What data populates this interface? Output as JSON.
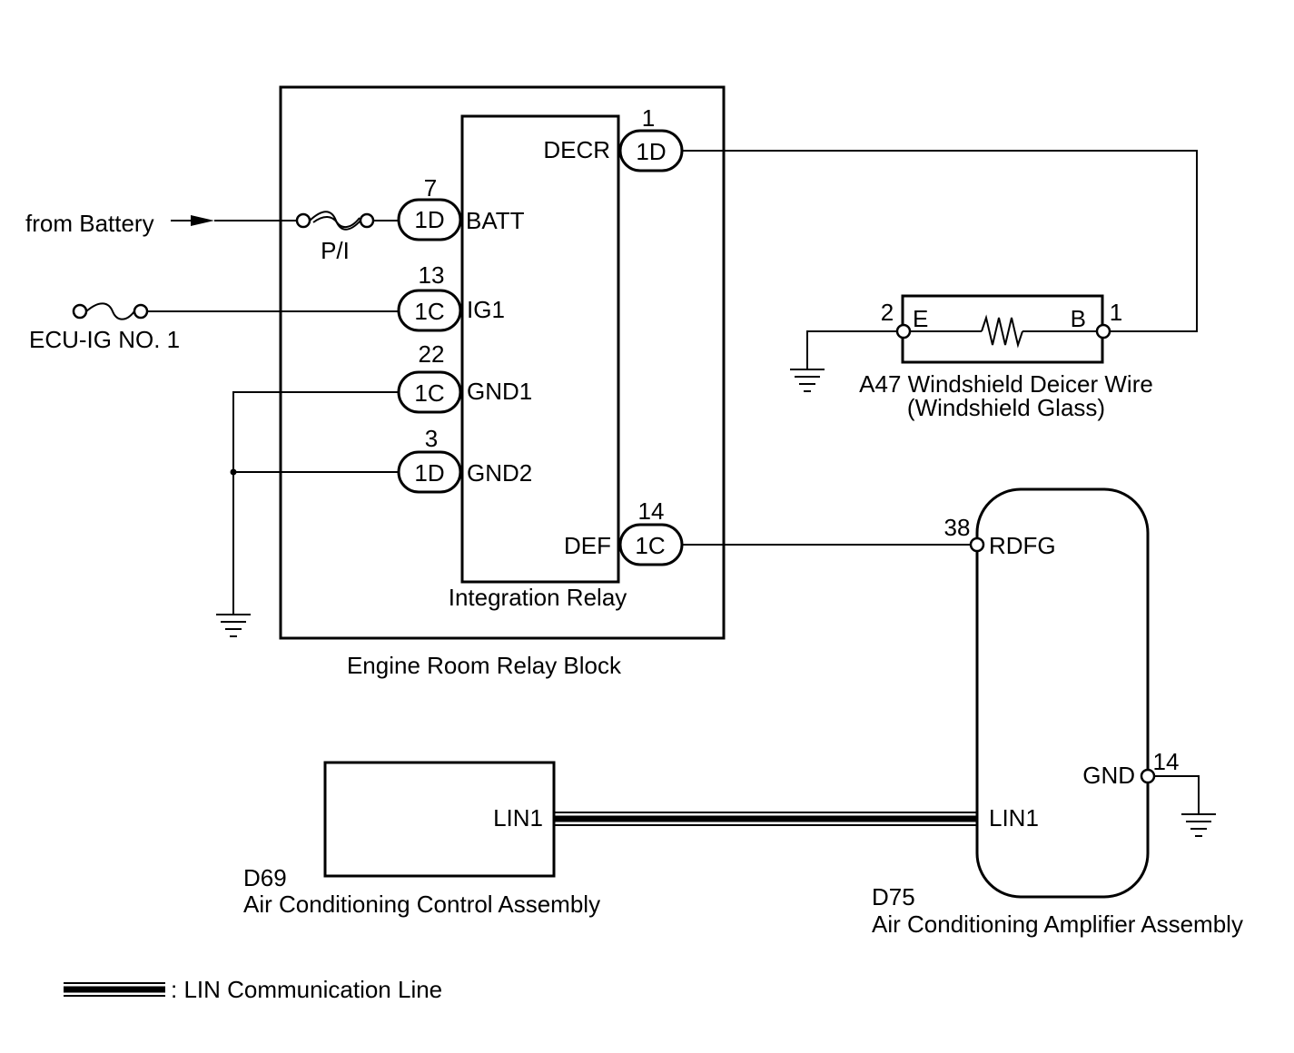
{
  "blocks": {
    "engine_room_relay_block": "Engine Room Relay Block",
    "integration_relay": "Integration Relay",
    "deicer_name": "A47 Windshield Deicer Wire",
    "deicer_sub": "(Windshield Glass)",
    "ac_control_code": "D69",
    "ac_control_name": "Air Conditioning Control Assembly",
    "ac_amp_code": "D75",
    "ac_amp_name": "Air Conditioning Amplifier Assembly"
  },
  "sources": {
    "battery": "from Battery",
    "fuse": "P/I",
    "ecu_ig": "ECU-IG NO. 1"
  },
  "relay_pins": {
    "decr": {
      "name": "DECR",
      "connector": "1D",
      "pin": "1"
    },
    "batt": {
      "name": "BATT",
      "connector": "1D",
      "pin": "7"
    },
    "ig1": {
      "name": "IG1",
      "connector": "1C",
      "pin": "13"
    },
    "gnd1": {
      "name": "GND1",
      "connector": "1C",
      "pin": "22"
    },
    "gnd2": {
      "name": "GND2",
      "connector": "1D",
      "pin": "3"
    },
    "def": {
      "name": "DEF",
      "connector": "1C",
      "pin": "14"
    }
  },
  "deicer_pins": {
    "e": {
      "name": "E",
      "pin": "2"
    },
    "b": {
      "name": "B",
      "pin": "1"
    }
  },
  "amp_pins": {
    "rdfg": {
      "name": "RDFG",
      "pin": "38"
    },
    "gnd": {
      "name": "GND",
      "pin": "14"
    },
    "lin1": {
      "name": "LIN1"
    }
  },
  "control_pins": {
    "lin1": {
      "name": "LIN1"
    }
  },
  "legend": {
    "lin_line": ": LIN Communication Line"
  }
}
